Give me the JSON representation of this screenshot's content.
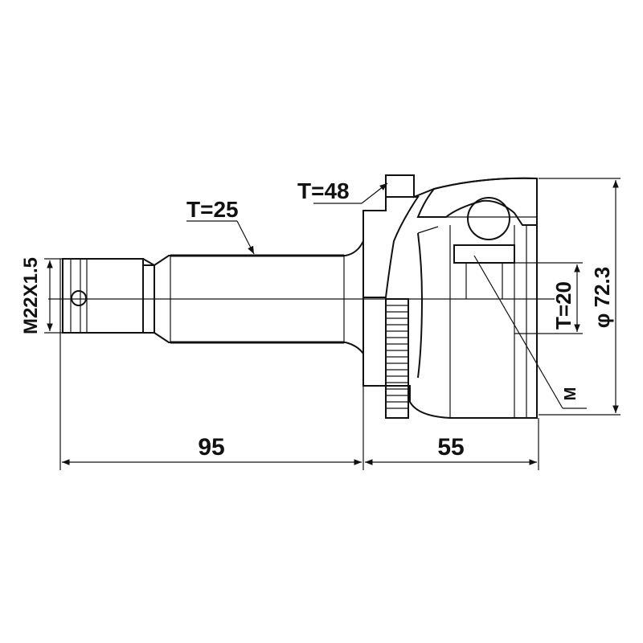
{
  "labels": {
    "thread": "M22X1.5",
    "spline_inner": "T=25",
    "abs_ring": "T=48",
    "spline_outer": "T=20",
    "outer_diameter": "φ 72.3",
    "marker": "M",
    "length_shaft": "95",
    "length_bell": "55"
  },
  "colors": {
    "line": "#111111",
    "background": "#ffffff"
  }
}
